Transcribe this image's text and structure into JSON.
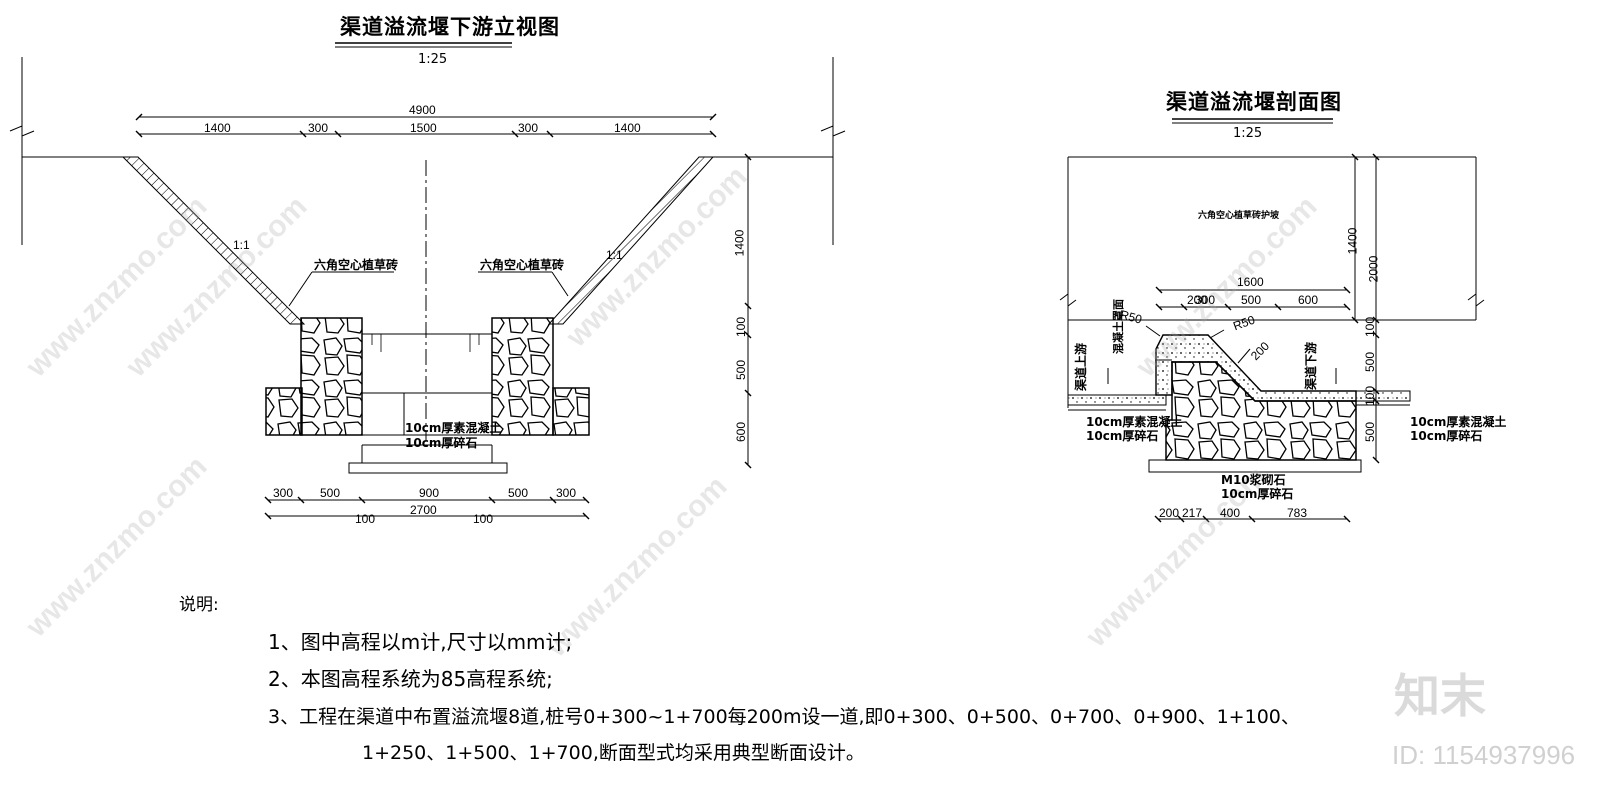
{
  "elevation_view": {
    "title": "渠道溢流堰下游立视图",
    "scale": "1:25",
    "dim_total_top": "4900",
    "dims_top": [
      "1400",
      "300",
      "1500",
      "300",
      "1400"
    ],
    "slope_left": "1:1",
    "slope_right": "1:1",
    "label_left": "六角空心植草砖",
    "label_right": "六角空心植草砖",
    "layer_concrete": "10cm厚素混凝土",
    "layer_gravel": "10cm厚碎石",
    "dims_right": [
      "1400",
      "100",
      "500",
      "600"
    ],
    "dims_bottom": [
      "300",
      "500",
      "900",
      "500",
      "300"
    ],
    "dim_total_bottom": "2700",
    "dims_bottom_small": [
      "100",
      "100"
    ]
  },
  "section_view": {
    "title": "渠道溢流堰剖面图",
    "scale": "1:25",
    "slope_label": "六角空心植草砖护坡",
    "dim_1600": "1600",
    "dims_mid": [
      "200",
      "300",
      "500",
      "600"
    ],
    "radius_left": "R50",
    "radius_right": "R50",
    "dim_200": "200",
    "cover_label": "混凝土罩面",
    "upstream_label": "渠道上游",
    "downstream_label": "渠道下游",
    "left_layer_concrete": "10cm厚素混凝土",
    "left_layer_gravel": "10cm厚碎石",
    "right_layer_concrete": "10cm厚素混凝土",
    "right_layer_gravel": "10cm厚碎石",
    "masonry_label": "M10浆砌石",
    "bottom_gravel": "10cm厚碎石",
    "dims_right": [
      "2000",
      "1400",
      "100",
      "500",
      "100",
      "500"
    ],
    "dims_bottom": [
      "200",
      "217",
      "400",
      "783"
    ]
  },
  "notes": {
    "heading": "说明:",
    "items": [
      "1、图中高程以m计,尺寸以mm计;",
      "2、本图高程系统为85高程系统;",
      "3、工程在渠道中布置溢流堰8道,桩号0+300~1+700每200m设一道,即0+300、0+500、0+700、0+900、1+100、",
      "1+250、1+500、1+700,断面型式均采用典型断面设计。"
    ]
  },
  "watermark": {
    "site": "www.znzmo.com",
    "brand": "知末",
    "id_text": "ID: 1154937996"
  }
}
